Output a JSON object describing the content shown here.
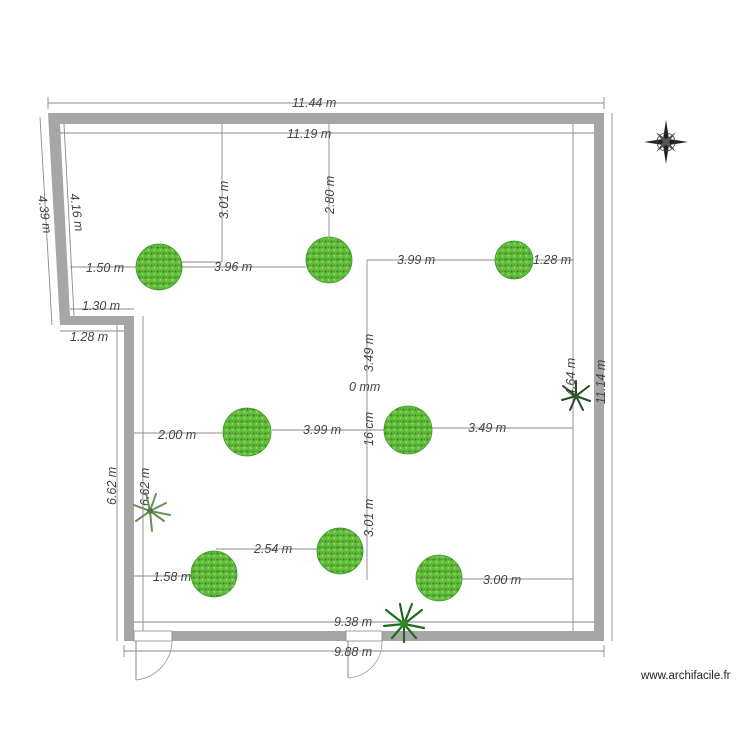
{
  "plan": {
    "dimensions": {
      "top_outer": "11.44 m",
      "top_inner": "11.19 m",
      "left_outer": "4.39 m",
      "left_inner": "4.16 m",
      "step_horizontal": "1.30 m",
      "step_horizontal_outer": "1.28 m",
      "lower_left_outer": "6.62 m",
      "lower_left_inner": "6.62 m",
      "right_outer": "11.14 m",
      "right_inner": "4.64 m",
      "bottom_inner": "9.38 m",
      "bottom_outer": "9.88 m",
      "tree1_top": "3.01 m",
      "tree2_top": "2.80 m",
      "tree1_left": "1.50 m",
      "tree1_tree2": "3.96 m",
      "tree2_tree3": "3.99 m",
      "tree3_right": "1.28 m",
      "vertical_mid": "3.49 m",
      "zero_label": "0 mm",
      "vertical_small": "16 cm",
      "mid_left": "2.00 m",
      "mid_trees": "3.99 m",
      "mid_right": "3.49 m",
      "vertical_lower": "3.01 m",
      "lower_trees": "2.54 m",
      "bottom_left": "1.58 m",
      "bottom_right": "3.00 m"
    },
    "icons": [
      "compass-icon",
      "tree-icon",
      "palm-plant-icon",
      "door-icon"
    ],
    "colors": {
      "wall": "#a6a6a6",
      "tree_fill": "#5fbf3a",
      "tree_dark": "#2e8a22",
      "tree_flower": "#c0392b",
      "dimension": "#8a8a8a"
    }
  },
  "watermark": "www.archifacile.fr"
}
